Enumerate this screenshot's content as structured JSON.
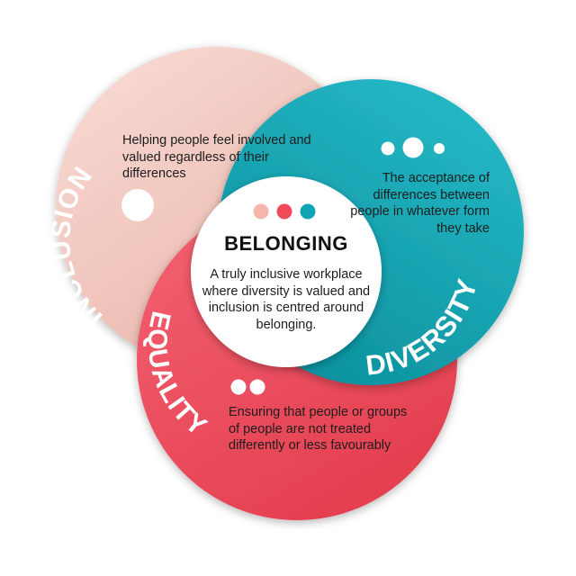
{
  "colors": {
    "inclusion": "#f1c8bf",
    "diversity": "#0fa3b3",
    "equality": "#ef4a5a",
    "center": "#ffffff",
    "dot_1": "#f4b6ad",
    "dot_2": "#ef4a5a",
    "dot_3": "#0fa3b3"
  },
  "inclusion": {
    "label": "INCLUSION",
    "description": "Helping people feel involved and valued regardless of their differences",
    "icon": "single-dot-icon"
  },
  "diversity": {
    "label": "DIVERSITY",
    "description": "The acceptance of differences between people in whatever form they take",
    "icon": "three-dots-icon"
  },
  "equality": {
    "label": "EQUALITY",
    "description": "Ensuring that people or groups of people are not treated differently or less favourably",
    "icon": "two-dots-icon"
  },
  "center": {
    "title": "BELONGING",
    "description": "A truly inclusive workplace where diversity is valued and inclusion is centred around belonging.",
    "icon": "three-colored-dots-icon"
  }
}
